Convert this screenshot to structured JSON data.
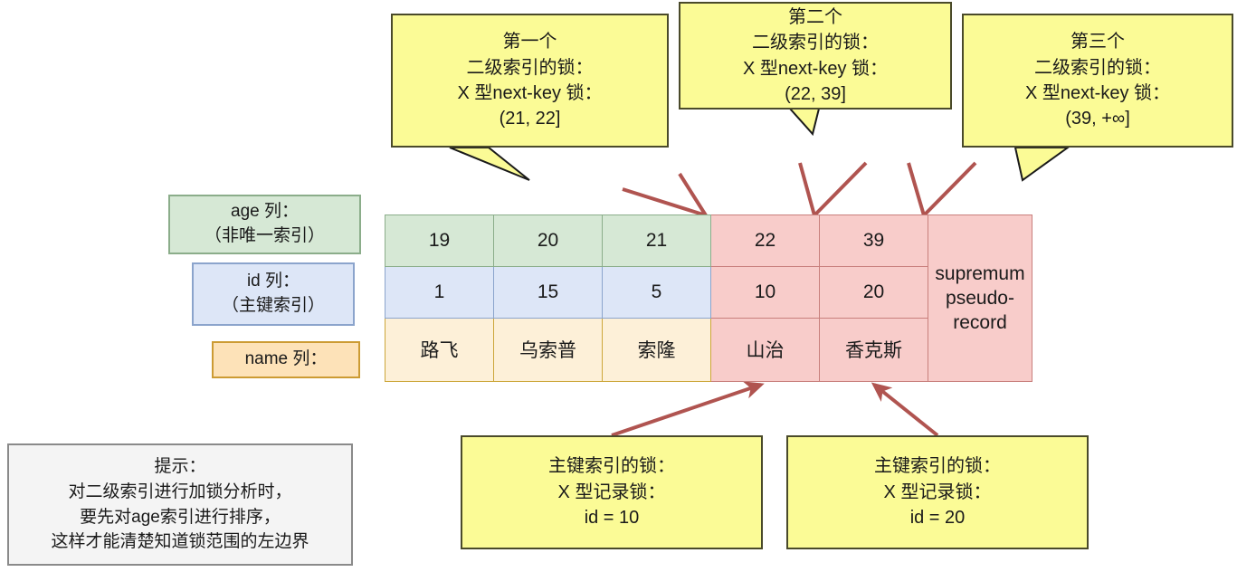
{
  "diagram": {
    "title_semantic": "mysql-secondary-index-next-key-lock-diagram",
    "colors": {
      "callout_fill": "#fbfb96",
      "callout_border": "#4a4a2a",
      "age_fill": "#d6e8d5",
      "age_border": "#8bad8a",
      "id_fill": "#dde6f7",
      "id_border": "#8ba4cc",
      "name_fill": "#fdf0d8",
      "name_border": "#cca63a",
      "lock_fill": "#f8ccca",
      "lock_border": "#c87f7c",
      "hint_fill": "#f4f4f4",
      "hint_border": "#8a8a8a",
      "connector": "#b05450",
      "tail": "#1a1a1a"
    }
  },
  "callouts": {
    "secondary_1": {
      "line1": "第一个",
      "line2": "二级索引的锁：",
      "line3": "X 型next-key 锁：",
      "line4": "(21, 22]"
    },
    "secondary_2": {
      "line1": "第二个",
      "line2": "二级索引的锁：",
      "line3": "X 型next-key 锁：",
      "line4": "(22, 39]"
    },
    "secondary_3": {
      "line1": "第三个",
      "line2": "二级索引的锁：",
      "line3": "X 型next-key 锁：",
      "line4": "(39, +∞]"
    },
    "primary_1": {
      "line1": "主键索引的锁：",
      "line2": "X 型记录锁：",
      "line3": "id = 10"
    },
    "primary_2": {
      "line1": "主键索引的锁：",
      "line2": "X 型记录锁：",
      "line3": "id = 20"
    }
  },
  "legend": {
    "age": {
      "line1": "age 列：",
      "line2": "（非唯一索引）"
    },
    "id": {
      "line1": "id 列：",
      "line2": "（主键索引）"
    },
    "name": {
      "line1": "name 列："
    }
  },
  "hint": {
    "line1": "提示：",
    "line2": "对二级索引进行加锁分析时，",
    "line3": "要先对age索引进行排序，",
    "line4": "这样才能清楚知道锁范围的左边界"
  },
  "table_data": {
    "rows": [
      {
        "key": "age",
        "cells": [
          "19",
          "20",
          "21",
          "22",
          "39"
        ],
        "locked_from_index": 3
      },
      {
        "key": "id",
        "cells": [
          "1",
          "15",
          "5",
          "10",
          "20"
        ],
        "locked_from_index": 3
      },
      {
        "key": "name",
        "cells": [
          "路飞",
          "乌索普",
          "索隆",
          "山治",
          "香克斯"
        ],
        "locked_from_index": 3
      }
    ],
    "supremum": {
      "line1": "supremum",
      "line2": "pseudo-",
      "line3": "record"
    }
  }
}
